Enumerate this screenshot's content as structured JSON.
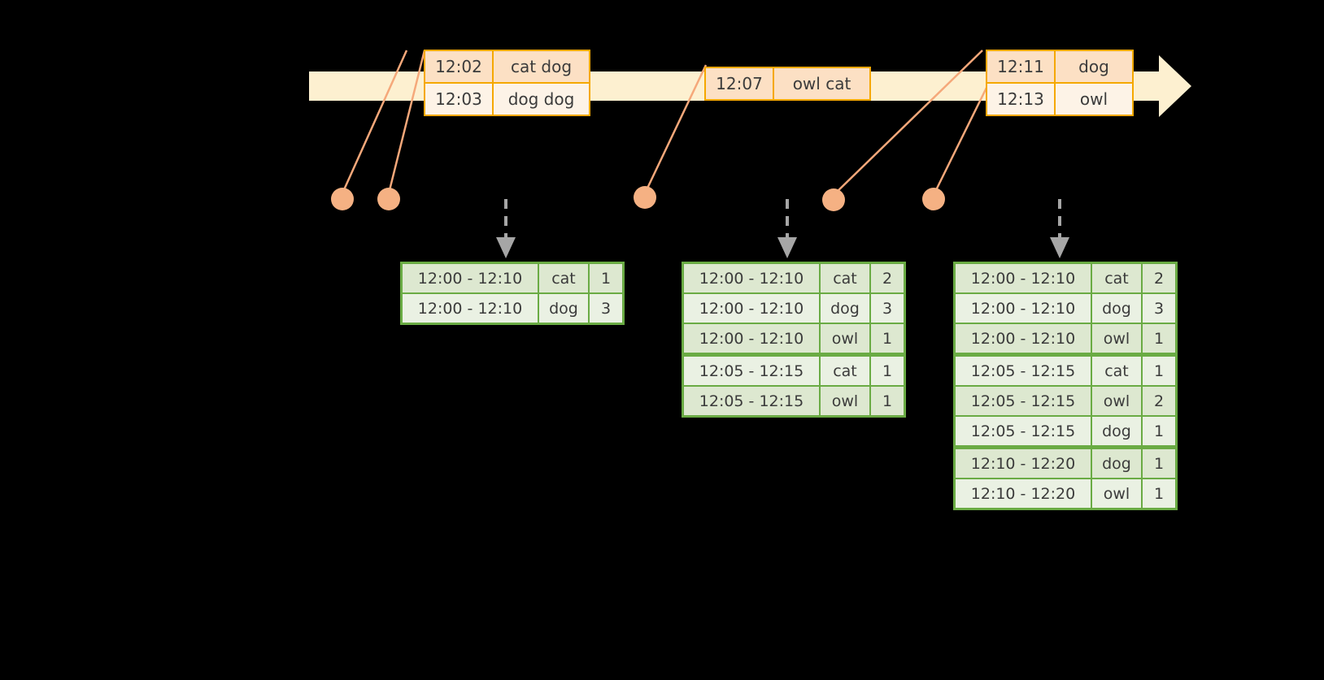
{
  "colors": {
    "background": "#000000",
    "timeline_fill": "#fdf0d0",
    "timeline_stroke": "#fdf0d0",
    "event_border": "#f5a800",
    "event_fill_dark": "#fce0c4",
    "event_fill_light": "#fdf3e7",
    "dot": "#f5b183",
    "connector": "#f5a87a",
    "table_border": "#6aab44",
    "table_fill_dark": "#dde8d0",
    "table_fill_light": "#eaf1e3",
    "arrow_grey": "#a6a6a6",
    "text": "#3b3b3b"
  },
  "timeline": {
    "label": "event-stream-timeline",
    "arrow_direction": "right",
    "event_groups": [
      {
        "name": "event-group-1",
        "events": [
          {
            "time": "12:02",
            "words": "cat dog"
          },
          {
            "time": "12:03",
            "words": "dog dog"
          }
        ]
      },
      {
        "name": "event-group-2",
        "events": [
          {
            "time": "12:07",
            "words": "owl cat"
          }
        ]
      },
      {
        "name": "event-group-3",
        "events": [
          {
            "time": "12:11",
            "words": "dog"
          },
          {
            "time": "12:13",
            "words": "owl"
          }
        ]
      }
    ]
  },
  "trigger_dots": [
    {
      "name": "trigger-dot-1"
    },
    {
      "name": "trigger-dot-2"
    },
    {
      "name": "trigger-dot-3"
    },
    {
      "name": "trigger-dot-4"
    },
    {
      "name": "trigger-dot-5"
    }
  ],
  "result_tables": [
    {
      "name": "result-table-1",
      "rows": [
        {
          "window": "12:00 - 12:10",
          "word": "cat",
          "count": "1",
          "group": 0
        },
        {
          "window": "12:00 - 12:10",
          "word": "dog",
          "count": "3",
          "group": 0
        }
      ]
    },
    {
      "name": "result-table-2",
      "rows": [
        {
          "window": "12:00 - 12:10",
          "word": "cat",
          "count": "2",
          "group": 0
        },
        {
          "window": "12:00 - 12:10",
          "word": "dog",
          "count": "3",
          "group": 0
        },
        {
          "window": "12:00 - 12:10",
          "word": "owl",
          "count": "1",
          "group": 0
        },
        {
          "window": "12:05 - 12:15",
          "word": "cat",
          "count": "1",
          "group": 1
        },
        {
          "window": "12:05 - 12:15",
          "word": "owl",
          "count": "1",
          "group": 1
        }
      ]
    },
    {
      "name": "result-table-3",
      "rows": [
        {
          "window": "12:00 - 12:10",
          "word": "cat",
          "count": "2",
          "group": 0
        },
        {
          "window": "12:00 - 12:10",
          "word": "dog",
          "count": "3",
          "group": 0
        },
        {
          "window": "12:00 - 12:10",
          "word": "owl",
          "count": "1",
          "group": 0
        },
        {
          "window": "12:05 - 12:15",
          "word": "cat",
          "count": "1",
          "group": 1
        },
        {
          "window": "12:05 - 12:15",
          "word": "owl",
          "count": "2",
          "group": 1
        },
        {
          "window": "12:05 - 12:15",
          "word": "dog",
          "count": "1",
          "group": 1
        },
        {
          "window": "12:10 - 12:20",
          "word": "dog",
          "count": "1",
          "group": 2
        },
        {
          "window": "12:10 - 12:20",
          "word": "owl",
          "count": "1",
          "group": 2
        }
      ]
    }
  ]
}
